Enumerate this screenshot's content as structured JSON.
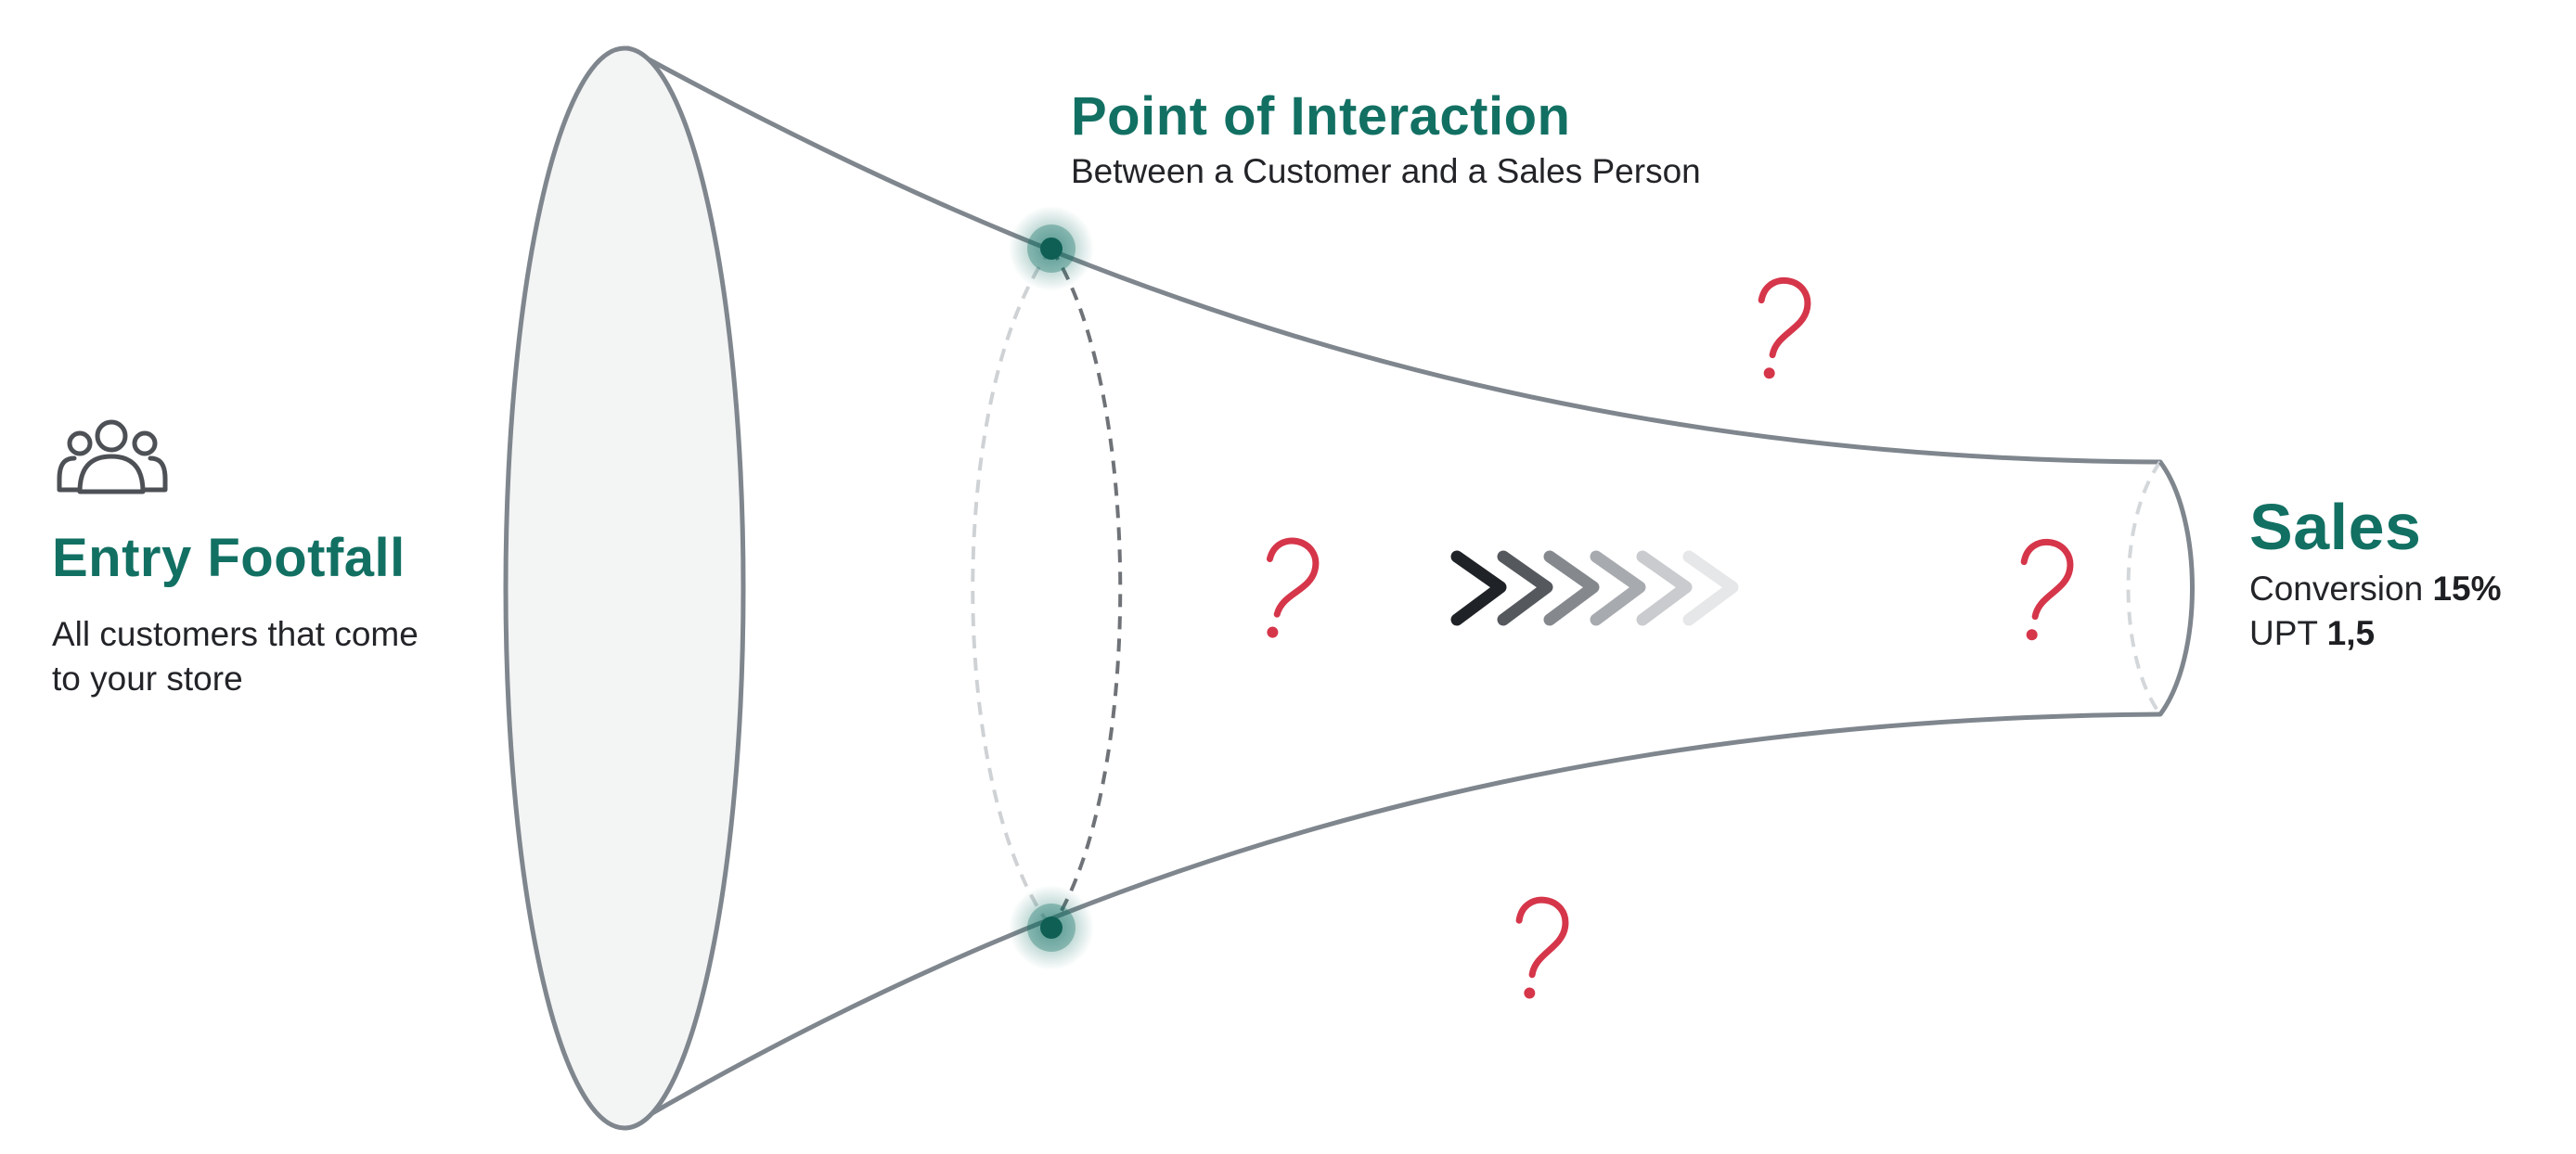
{
  "colors": {
    "accent": "#127063",
    "outline": "#7f868d",
    "fill_mouth": "#f3f4f4",
    "question": "#d6364a",
    "text": "#222428",
    "icon": "#4d5055"
  },
  "entry": {
    "icon": "people-group-icon",
    "title": "Entry Footfall",
    "description": "All customers that come to your store"
  },
  "interaction": {
    "title": "Point of Interaction",
    "subtitle": "Between a Customer and a Sales Person"
  },
  "sales": {
    "title": "Sales",
    "conversion_label": "Conversion",
    "conversion_value": "15%",
    "upt_label": "UPT",
    "upt_value": "1,5"
  },
  "markers": {
    "question_glyph": "?",
    "question_count": 4,
    "chevron_count": 6
  }
}
